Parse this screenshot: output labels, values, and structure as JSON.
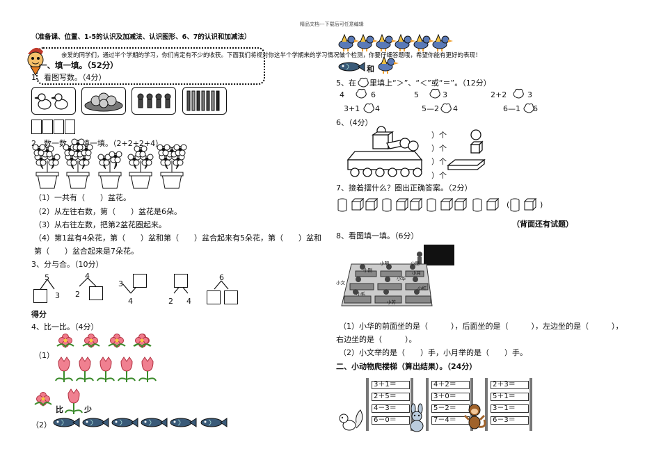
{
  "header": {
    "watermark": "精品文档---下载后可任意编辑",
    "scope": "（准备课、位置、1-5的认识及加减法、认识图形、6、7的认识和加减法）",
    "intro": "亲爱的同学们，通过半个学期的学习，你们肯定有不少的收获。下面我们将视对你这半个学期来的学习情况做个检测，你要仔细答题哦，希望你能有更好的表现！"
  },
  "left": {
    "section1": "一、填一填。（52分）",
    "q1": "1、看图写数。（4分）",
    "q2": "2、数一数、再填一填。（2+2+2+4）",
    "q2_1": "（1）一共有（　　）盆花。",
    "q2_2": "（2）从左往右数，第（　　）盆花是6朵。",
    "q2_3": "（3）从右往左数，把第2盆花圈起来。",
    "q2_4a": "（4）第1盆有4朵花，第（　　）盆和第（　　）盆合起来有5朵花，第（　　）盆和",
    "q2_4b": "第（　　）盆合起来是7朵花。",
    "q3": "3、分与合。（10分）",
    "q3_tree1": {
      "top": "5",
      "right": "3"
    },
    "q3_tree2": {
      "top": "4",
      "left": "2"
    },
    "q3_tree3": {
      "left": "3",
      "bottom": "4"
    },
    "q3_tree4": {
      "left": "2",
      "right": "4"
    },
    "q3_tree5": {
      "top": "6"
    },
    "score_label": "得分",
    "q4": "4、比一比。（4分）",
    "q4_1": "（1）",
    "q4_more": "比",
    "q4_less": "少",
    "q4_2": "（2）"
  },
  "right": {
    "q4_and": "和",
    "q5_a": "5、在",
    "q5_b": "里填上“＞”、“＜”或“＝”。（12分）",
    "q5_items": [
      {
        "l": "4",
        "r": "6"
      },
      {
        "l": "5",
        "r": "3"
      },
      {
        "l": "2+2",
        "r": "3"
      },
      {
        "l": "3+1",
        "r": "4"
      },
      {
        "l": "5—2",
        "r": "4"
      },
      {
        "l": "6—1",
        "r": "6"
      }
    ],
    "q6": "6、（4分）",
    "q6_blank": "）个",
    "q7": "7、接着摆什么？圈出正确答案。（2分）",
    "q7_paren_open": "(",
    "q7_paren_close": ")",
    "back_note": "（背面还有试题）",
    "q8": "8、看图填一填。（6分）",
    "q8_names": [
      "小明",
      "小华",
      "小丽",
      "小月",
      "小文",
      "小刚",
      "小红",
      "小毛",
      "小芳"
    ],
    "q8_1a": "（1）小华的前面坐的是（　　　），后面坐的是（　　　），左边坐的是（　　　），",
    "q8_1b": "右边坐的是（　　　）。",
    "q8_2": "（2）小文举的是（　　）手，小月举的是（　　）手。",
    "section2": "二、小动物爬楼梯（算出结果）。（24分）",
    "ladders": [
      [
        "3＋1＝",
        "2＋5＝",
        "4－3＝",
        "6－0＝"
      ],
      [
        "4＋2＝",
        "3＋0＝",
        "5－2＝",
        "7－4＝"
      ],
      [
        "2＋3＝",
        "5＋1＝",
        "3－1＝",
        "6－3＝"
      ]
    ]
  }
}
